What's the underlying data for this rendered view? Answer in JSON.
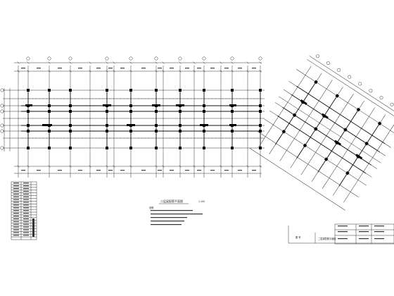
{
  "plan": {
    "caption": "二层梁配筋平面图",
    "scale_label": "1:100"
  },
  "title_block": {
    "drawing_title": "二层梁配筋平面图",
    "stamp": "图 号"
  },
  "notes": {
    "heading": "说明"
  },
  "colors": {
    "line": "#111111",
    "background": "#ffffff"
  }
}
